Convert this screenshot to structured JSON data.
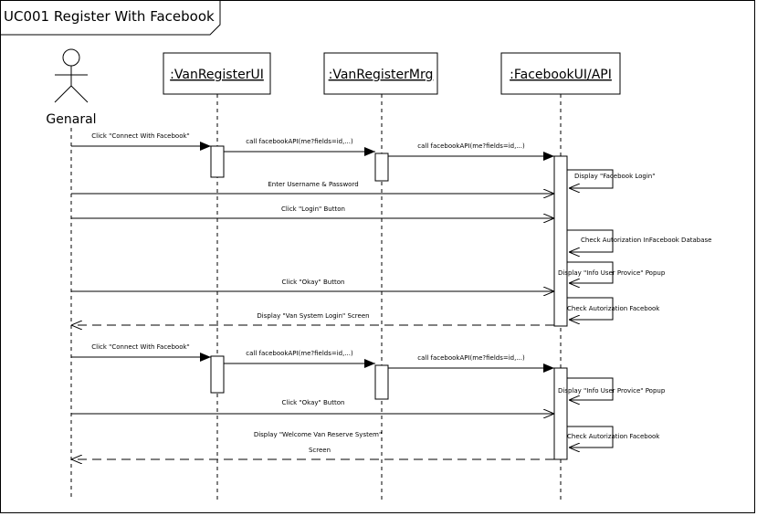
{
  "frame": {
    "title": "UC001 Register With Facebook"
  },
  "actor": {
    "name": "Genaral"
  },
  "lifelines": [
    {
      "id": "ui",
      "name": ":VanRegisterUI"
    },
    {
      "id": "mrg",
      "name": ":VanRegisterMrg"
    },
    {
      "id": "fb",
      "name": ":FacebookUI/API"
    }
  ],
  "messages": [
    {
      "id": "m1",
      "label": "Click \"Connect With Facebook\""
    },
    {
      "id": "m2",
      "label": "call facebookAPI(me?fields=id,...)"
    },
    {
      "id": "m3",
      "label": "call facebookAPI(me?fields=id,...)"
    },
    {
      "id": "m4",
      "label": "Display \"Facebook Login\""
    },
    {
      "id": "m5",
      "label": "Enter Username & Password"
    },
    {
      "id": "m6",
      "label": "Click \"Login\" Button"
    },
    {
      "id": "m7",
      "label": "Check Autorization InFacebook Database"
    },
    {
      "id": "m8",
      "label": "Display \"Info User Provice\" Popup"
    },
    {
      "id": "m9",
      "label": "Click \"Okay\" Button"
    },
    {
      "id": "m10",
      "label": "Check Autorization Facebook"
    },
    {
      "id": "m11",
      "label": "Display \"Van System Login\" Screen"
    },
    {
      "id": "m12",
      "label": "Click \"Connect With Facebook\""
    },
    {
      "id": "m13",
      "label": "call facebookAPI(me?fields=id,...)"
    },
    {
      "id": "m14",
      "label": "call facebookAPI(me?fields=id,...)"
    },
    {
      "id": "m15",
      "label": "Display \"Info User Provice\" Popup"
    },
    {
      "id": "m16",
      "label": "Click \"Okay\" Button"
    },
    {
      "id": "m17",
      "label": "Check Autorization Facebook"
    },
    {
      "id": "m18",
      "label_line1": "Display \"Welcome Van Reserve System\"",
      "label_line2": "Screen"
    }
  ]
}
